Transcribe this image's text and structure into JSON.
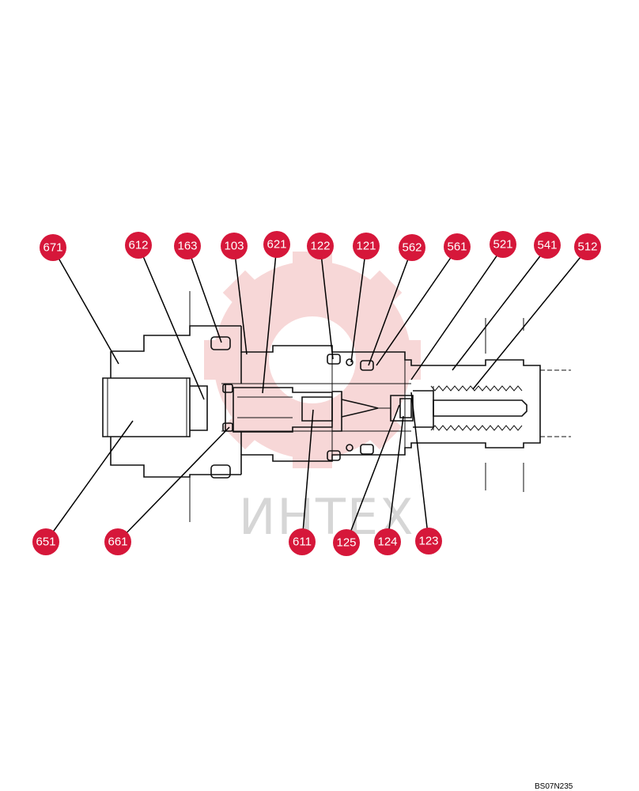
{
  "watermark": {
    "text": "ИНТЕХ",
    "color": "#f2b8b8"
  },
  "drawing_code": "BS07N235",
  "callout_color": "#d6173a",
  "callouts_top": [
    "671",
    "612",
    "163",
    "103",
    "621",
    "122",
    "121",
    "562",
    "561",
    "521",
    "541",
    "512"
  ],
  "callouts_bottom": [
    "651",
    "661",
    "611",
    "125",
    "124",
    "123"
  ]
}
